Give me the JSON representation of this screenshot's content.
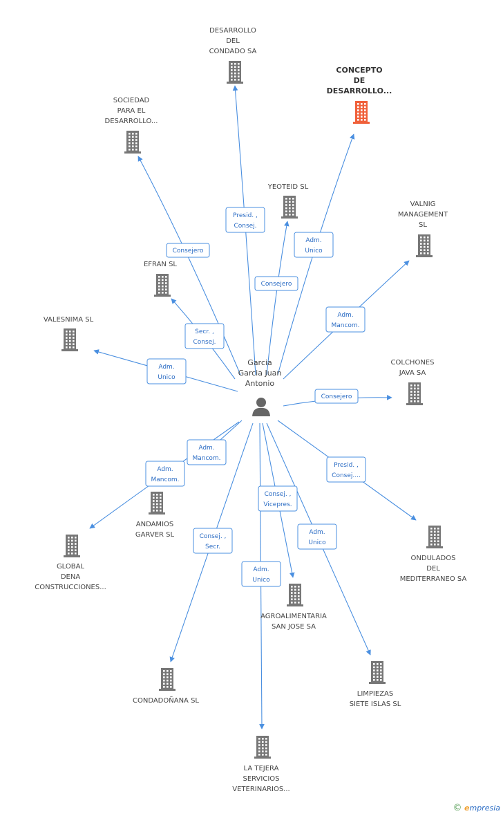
{
  "center": {
    "label_lines": [
      "Garcia",
      "Garcia Juan",
      "Antonio"
    ],
    "icon": "person-icon"
  },
  "companies": [
    {
      "id": "desarrollo-condado",
      "label_lines": [
        "DESARROLLO",
        "DEL",
        "CONDADO SA"
      ],
      "icon": "building-icon",
      "highlight": false
    },
    {
      "id": "concepto-desarrollo",
      "label_lines": [
        "CONCEPTO",
        "DE",
        "DESARROLLO..."
      ],
      "icon": "building-icon",
      "highlight": true
    },
    {
      "id": "sociedad-desarrollo",
      "label_lines": [
        "SOCIEDAD",
        "PARA EL",
        "DESARROLLO..."
      ],
      "icon": "building-icon",
      "highlight": false
    },
    {
      "id": "yeoteid",
      "label_lines": [
        "YEOTEID SL"
      ],
      "icon": "building-icon",
      "highlight": false
    },
    {
      "id": "valnig",
      "label_lines": [
        "VALNIG",
        "MANAGEMENT",
        "SL"
      ],
      "icon": "building-icon",
      "highlight": false
    },
    {
      "id": "efran",
      "label_lines": [
        "EFRAN SL"
      ],
      "icon": "building-icon",
      "highlight": false
    },
    {
      "id": "valesnima",
      "label_lines": [
        "VALESNIMA SL"
      ],
      "icon": "building-icon",
      "highlight": false
    },
    {
      "id": "colchones-java",
      "label_lines": [
        "COLCHONES",
        "JAVA SA"
      ],
      "icon": "building-icon",
      "highlight": false
    },
    {
      "id": "andamios-garver",
      "label_lines": [
        "ANDAMIOS",
        "GARVER  SL"
      ],
      "icon": "building-icon",
      "highlight": false
    },
    {
      "id": "global-dena",
      "label_lines": [
        "GLOBAL",
        "DENA",
        "CONSTRUCCIONES..."
      ],
      "icon": "building-icon",
      "highlight": false
    },
    {
      "id": "ondulados",
      "label_lines": [
        "ONDULADOS",
        "DEL",
        "MEDITERRANEO SA"
      ],
      "icon": "building-icon",
      "highlight": false
    },
    {
      "id": "agroalimentaria",
      "label_lines": [
        "AGROALIMENTARIA",
        "SAN JOSE SA"
      ],
      "icon": "building-icon",
      "highlight": false
    },
    {
      "id": "condadonana",
      "label_lines": [
        "CONDADOÑANA SL"
      ],
      "icon": "building-icon",
      "highlight": false
    },
    {
      "id": "limpiezas",
      "label_lines": [
        "LIMPIEZAS",
        "SIETE ISLAS SL"
      ],
      "icon": "building-icon",
      "highlight": false
    },
    {
      "id": "la-tejera",
      "label_lines": [
        "LA TEJERA",
        "SERVICIOS",
        "VETERINARIOS..."
      ],
      "icon": "building-icon",
      "highlight": false
    }
  ],
  "relations": [
    {
      "target": "desarrollo-condado",
      "role_lines": [
        "Presid. ,",
        "Consej."
      ]
    },
    {
      "target": "concepto-desarrollo",
      "role_lines": [
        "Adm.",
        "Unico"
      ]
    },
    {
      "target": "sociedad-desarrollo",
      "role_lines": [
        "Consejero"
      ]
    },
    {
      "target": "yeoteid",
      "role_lines": [
        "Consejero"
      ]
    },
    {
      "target": "valnig",
      "role_lines": [
        "Adm.",
        "Mancom."
      ]
    },
    {
      "target": "efran",
      "role_lines": [
        "Secr. ,",
        "Consej."
      ]
    },
    {
      "target": "valesnima",
      "role_lines": [
        "Adm.",
        "Unico"
      ]
    },
    {
      "target": "colchones-java",
      "role_lines": [
        "Consejero"
      ]
    },
    {
      "target": "andamios-garver",
      "role_lines": [
        "Adm.",
        "Mancom."
      ]
    },
    {
      "target": "global-dena",
      "role_lines": [
        "Adm.",
        "Mancom."
      ]
    },
    {
      "target": "ondulados",
      "role_lines": [
        "Presid. ,",
        "Consej...."
      ]
    },
    {
      "target": "agroalimentaria",
      "role_lines": [
        "Consej. ,",
        "Vicepres."
      ]
    },
    {
      "target": "condadonana",
      "role_lines": [
        "Consej. ,",
        "Secr."
      ]
    },
    {
      "target": "limpiezas",
      "role_lines": [
        "Adm.",
        "Unico"
      ]
    },
    {
      "target": "la-tejera",
      "role_lines": [
        "Adm.",
        "Unico"
      ]
    }
  ],
  "colors": {
    "edge": "#4a8fe0",
    "building": "#777777",
    "building_highlight": "#f0603a",
    "person": "#666666"
  },
  "footer": {
    "copyright_symbol": "©",
    "brand_initial": "e",
    "brand_rest": "mpresia"
  }
}
